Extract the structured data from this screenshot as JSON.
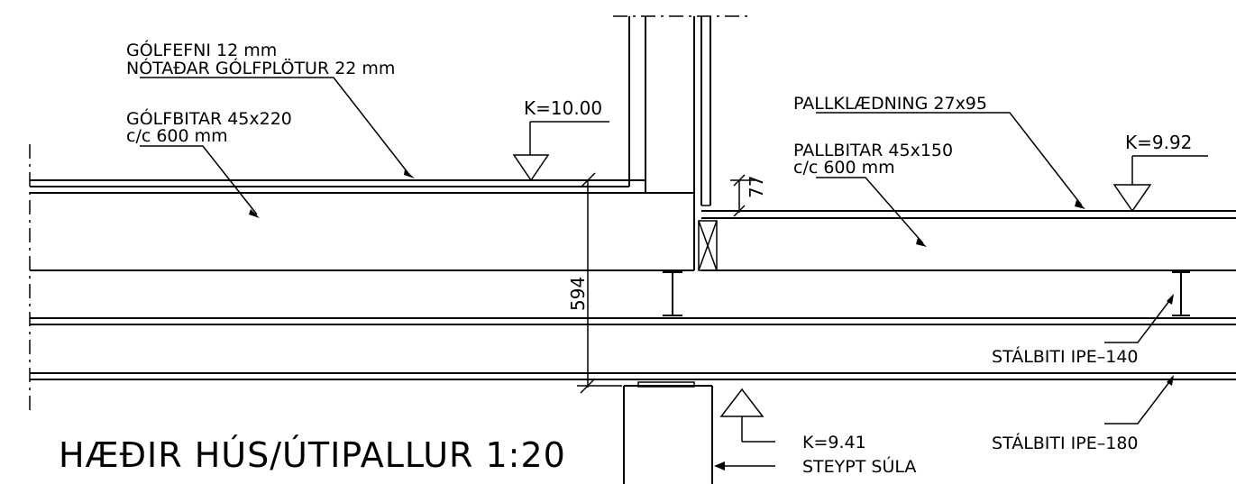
{
  "labels": {
    "floor_finish": "GÓLFEFNI 12 mm",
    "floor_boards": "NÓTAÐAR GÓLFPLÖTUR 22 mm",
    "floor_joists_1": "GÓLFBITAR 45x220",
    "floor_joists_2": "c/c 600 mm",
    "level_house": "K=10.00",
    "deck_cladding": "PALLKLÆDNING 27x95",
    "deck_joists_1": "PALLBITAR 45x150",
    "deck_joists_2": "c/c 600 mm",
    "level_deck": "K=9.92",
    "dim_77": "77",
    "dim_594": "594",
    "steel_beam_140": "STÁLBITI IPE–140",
    "steel_beam_180": "STÁLBITI IPE–180",
    "level_column": "K=9.41",
    "concrete_column": "STEYPT SÚLA"
  },
  "title": "HÆÐIR HÚS/ÚTIPALLUR 1:20"
}
